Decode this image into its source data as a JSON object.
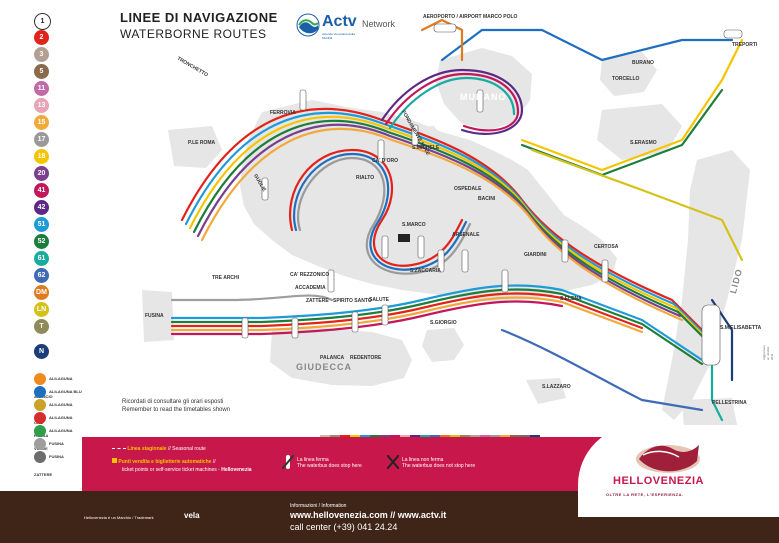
{
  "header": {
    "title": "LINEE DI NAVIGAZIONE",
    "subtitle": "WATERBORNE ROUTES",
    "brand_name": "Actv",
    "brand_suffix": "Network",
    "brand_tagline": "Azienda Veneziana della Mobilità"
  },
  "lines": [
    {
      "label": "1",
      "color": "#ffffff",
      "dark": true
    },
    {
      "label": "2",
      "color": "#e2231a"
    },
    {
      "label": "3",
      "color": "#b3a092"
    },
    {
      "label": "5",
      "color": "#8a6a4a"
    },
    {
      "label": "11",
      "color": "#c06aa8"
    },
    {
      "label": "13",
      "color": "#e8a3b8"
    },
    {
      "label": "15",
      "color": "#f2a93b"
    },
    {
      "label": "17",
      "color": "#9a9a9a"
    },
    {
      "label": "18",
      "color": "#f5c400"
    },
    {
      "label": "20",
      "color": "#7a3f8e"
    },
    {
      "label": "41",
      "color": "#c2185b"
    },
    {
      "label": "42",
      "color": "#5c2a86"
    },
    {
      "label": "51",
      "color": "#1e9bd7"
    },
    {
      "label": "52",
      "color": "#1d7d3a"
    },
    {
      "label": "61",
      "color": "#18aba0"
    },
    {
      "label": "62",
      "color": "#3f6ab5"
    },
    {
      "label": "DM",
      "color": "#e07a1f"
    },
    {
      "label": "LN",
      "color": "#d4c21a"
    },
    {
      "label": "T",
      "color": "#8f8a5a"
    },
    {
      "label": "N",
      "color": "#1b3e7a"
    }
  ],
  "alilaguna": [
    {
      "label": "ALILAGUNA",
      "sub": "ARANCIO",
      "color": "#f08a1d"
    },
    {
      "label": "ALILAGUNA",
      "sub": "BLU",
      "color": "#1e6fc0"
    },
    {
      "label": "ALILAGUNA",
      "sub": "ORO",
      "color": "#c9a227"
    },
    {
      "label": "ALILAGUNA",
      "sub": "ROSSA",
      "color": "#d32f2f"
    },
    {
      "label": "ALILAGUNA",
      "sub": "VERDE",
      "color": "#2e9e4a"
    },
    {
      "label": "FUSINA",
      "sub": "",
      "color": "#9e9e9e"
    },
    {
      "label": "FUSINA",
      "sub": "ZATTERE",
      "color": "#6d6d6d"
    }
  ],
  "map": {
    "area_murano": "MURANO",
    "area_giudecca": "GIUDECCA",
    "area_lido": "LIDO",
    "stops": [
      "AEROPORTO / AIRPORT MARCO POLO",
      "TRONCHETTO",
      "P.LE ROMA",
      "FERROVIA",
      "CA' D'ORO",
      "RIALTO",
      "ACCADEMIA",
      "S.MARCO",
      "SALUTE",
      "ZATTERE",
      "SPIRITO SANTO",
      "PALANCA",
      "REDENTORE",
      "ARSENALE",
      "GIARDINI",
      "S.ELENA",
      "CERTOSA",
      "BURANO",
      "TORCELLO",
      "TREPORTI",
      "S.ERASMO",
      "S.M.ELISABETTA",
      "FUSINA",
      "S.LAZZARO",
      "PELLESTRINA",
      "S.MICHELE",
      "FONDAMENTE NOVE",
      "BACINI",
      "OSPEDALE",
      "S.GIORGIO",
      "CA' REZZONICO",
      "S.ZACCARIA",
      "TRE ARCHI",
      "GUGLIE"
    ]
  },
  "reminder": {
    "it": "Ricordati di consultare gli orari esposti",
    "en": "Remember to read the timetables shown"
  },
  "band": {
    "seasonal_it": "Linea stagionale",
    "seasonal_en": "Seasonal route",
    "points_it": "Punti vendita e biglietterie automatiche",
    "points_en": "ticket points or self-service ticket machines",
    "points_brand": "Hellovenezia",
    "stops_it": "La linea ferma",
    "stops_en": "The waterbus does stop here",
    "nostop_it": "La linea non ferma",
    "nostop_en": "The waterbus does not stop here"
  },
  "hellovenezia": {
    "name": "HELLOVENEZIA",
    "tagline": "OLTRE LA RETE, L'ESPERIENZA."
  },
  "footer": {
    "left_note": "Hellovenezia è un Marchio / Trademark",
    "vela": "vela",
    "info_label": "Informazioni / Information",
    "web": "www.hellovenezia.com // www.actv.it",
    "call": "call center (+39) 041 24.24"
  },
  "colors": {
    "pink_band": "#c8174b",
    "brown_band": "#3f2418",
    "land": "#e6e6e6"
  },
  "side_note": "Aggiornato al: ottobre 2011"
}
